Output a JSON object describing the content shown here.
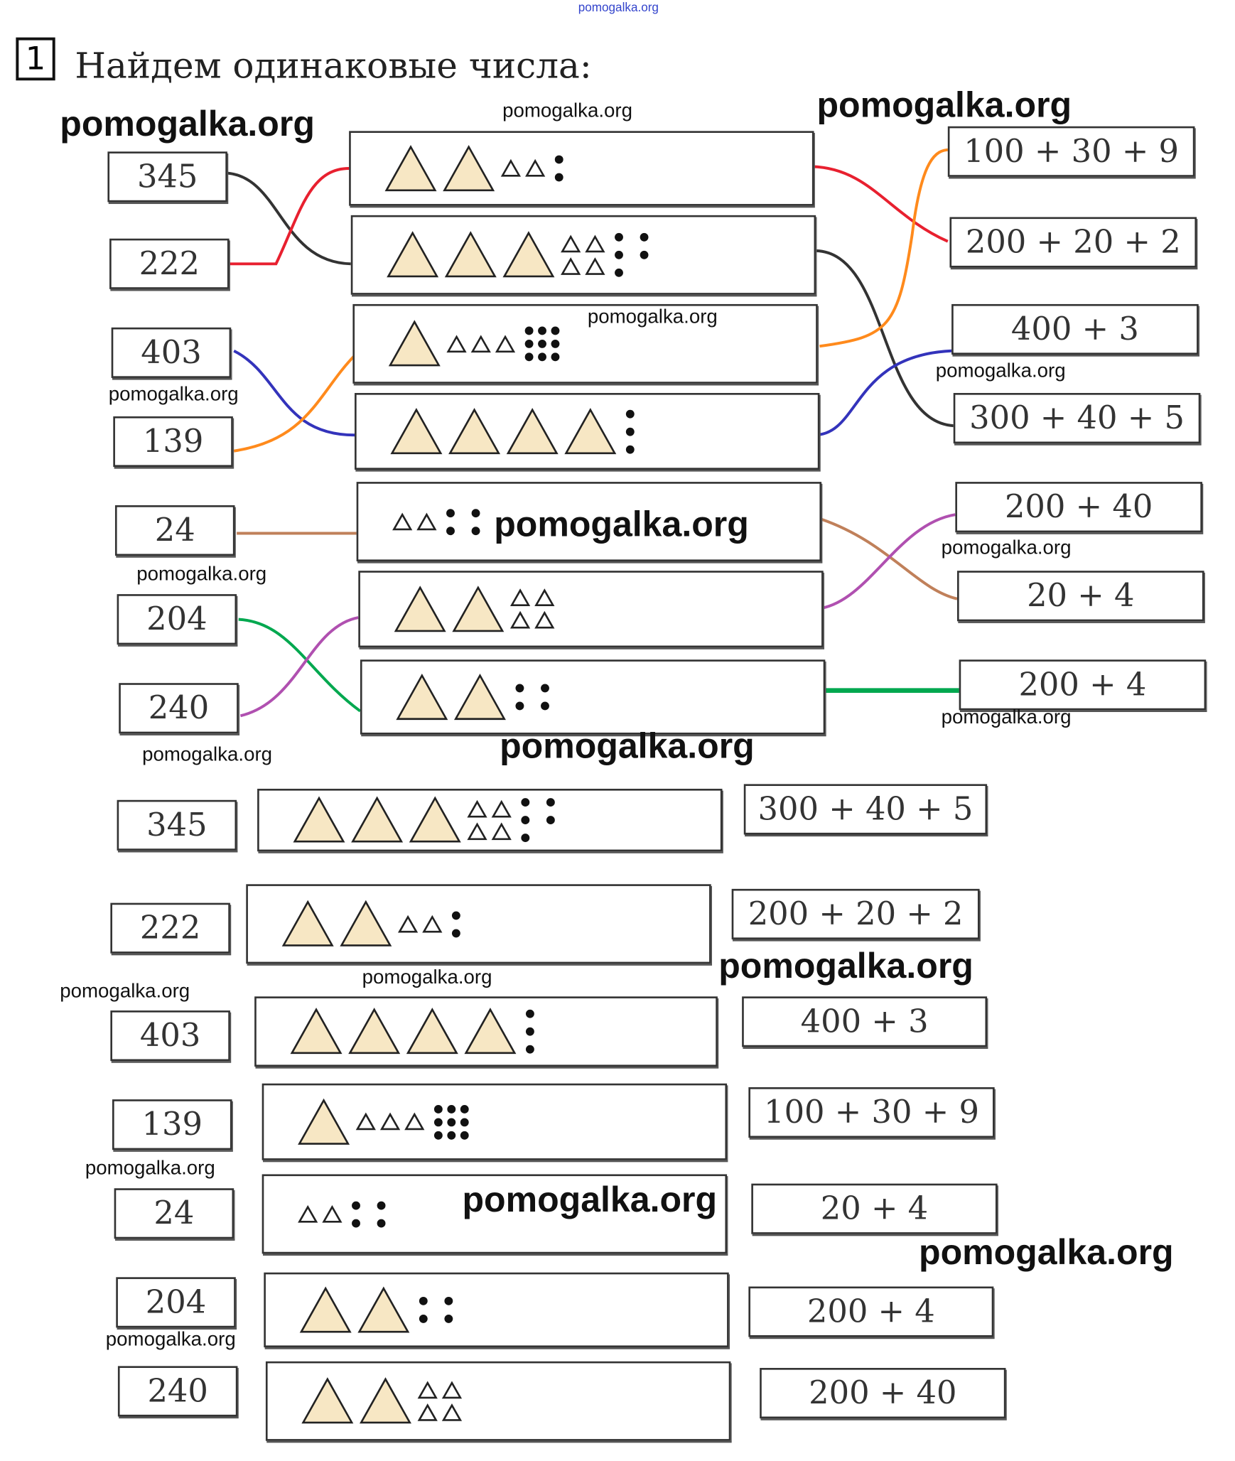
{
  "header": {
    "top_watermark": "pomogalka.org",
    "exercise_number": "1",
    "title": "Найдем одинаковые числа:"
  },
  "colors": {
    "triangle_fill": "#f7e7c4",
    "red": "#e8202f",
    "black": "#333333",
    "blue": "#3333bb",
    "orange": "#ff8a1c",
    "brown": "#c0805a",
    "purple": "#b050b0",
    "green": "#00a84f"
  },
  "watermark_text": "pomogalka.org",
  "section1": {
    "numbers": [
      "345",
      "222",
      "403",
      "139",
      "24",
      "204",
      "240"
    ],
    "cards": [
      {
        "big": 2,
        "small": 2,
        "dots": 2
      },
      {
        "big": 3,
        "small": 4,
        "dots": 5
      },
      {
        "big": 1,
        "small": 3,
        "dots": 9
      },
      {
        "big": 4,
        "small": 0,
        "dots": 3
      },
      {
        "big": 0,
        "small": 2,
        "dots": 4
      },
      {
        "big": 2,
        "small": 4,
        "dots": 0
      },
      {
        "big": 2,
        "small": 0,
        "dots": 4
      }
    ],
    "sums": [
      "100 + 30 + 9",
      "200 + 20 + 2",
      "400 + 3",
      "300 + 40 + 5",
      "200 + 40",
      "20 + 4",
      "200 + 4"
    ]
  },
  "section2": {
    "numbers": [
      "345",
      "222",
      "403",
      "139",
      "24",
      "204",
      "240"
    ],
    "cards": [
      {
        "big": 3,
        "small": 4,
        "dots": 5
      },
      {
        "big": 2,
        "small": 2,
        "dots": 2
      },
      {
        "big": 4,
        "small": 0,
        "dots": 3
      },
      {
        "big": 1,
        "small": 3,
        "dots": 9
      },
      {
        "big": 0,
        "small": 2,
        "dots": 4
      },
      {
        "big": 2,
        "small": 0,
        "dots": 4
      },
      {
        "big": 2,
        "small": 4,
        "dots": 0
      }
    ],
    "sums": [
      "300 + 40 + 5",
      "200 + 20 + 2",
      "400 + 3",
      "100 + 30 + 9",
      "20 + 4",
      "200 + 4",
      "200 + 40"
    ]
  }
}
